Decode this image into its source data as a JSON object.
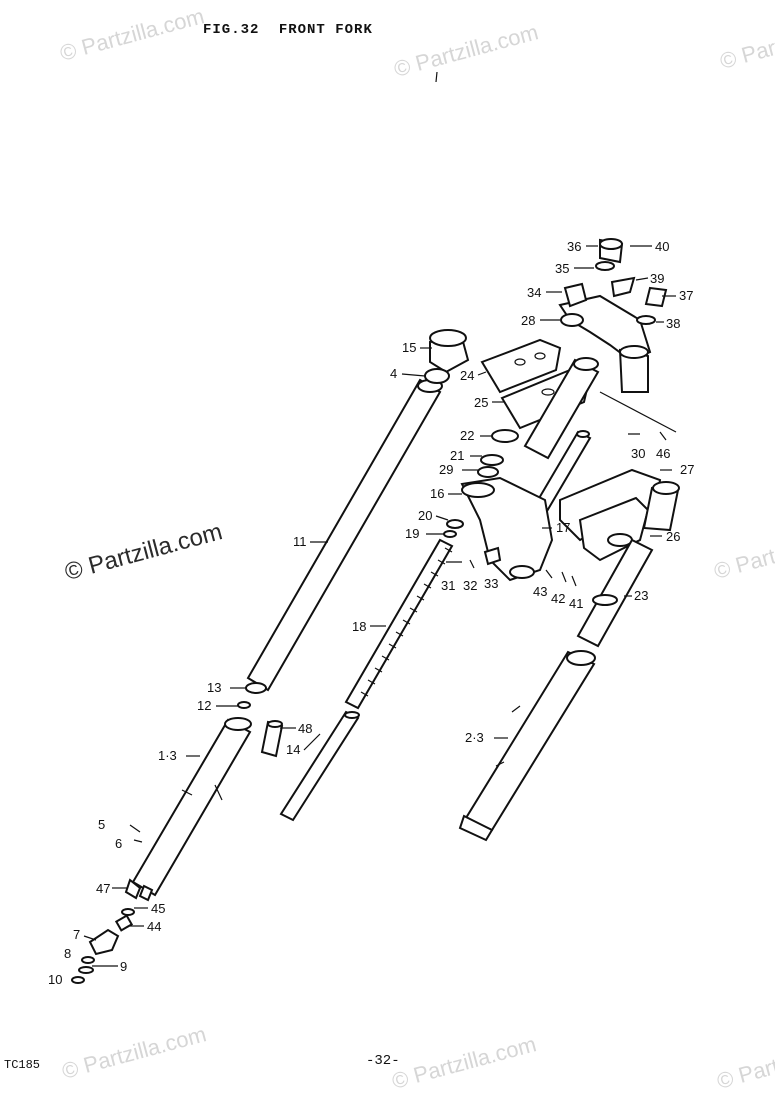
{
  "header": {
    "fig_number": "FIG.32",
    "title": "FRONT FORK"
  },
  "footer": {
    "model": "TC185",
    "page": "-32-"
  },
  "watermark": {
    "text": "© Partzilla.com"
  },
  "callouts": [
    "36",
    "40",
    "35",
    "39",
    "34",
    "37",
    "28",
    "38",
    "15",
    "24",
    "4",
    "25",
    "22",
    "30",
    "46",
    "21",
    "27",
    "29",
    "16",
    "20",
    "17",
    "26",
    "11",
    "19",
    "31",
    "32",
    "33",
    "43",
    "42",
    "41",
    "23",
    "18",
    "13",
    "12",
    "48",
    "14",
    "2·3",
    "1·3",
    "5",
    "6",
    "47",
    "45",
    "44",
    "7",
    "8",
    "9",
    "10"
  ],
  "colors": {
    "line": "#111111",
    "background": "#ffffff",
    "watermark": "#d6d6d6"
  }
}
